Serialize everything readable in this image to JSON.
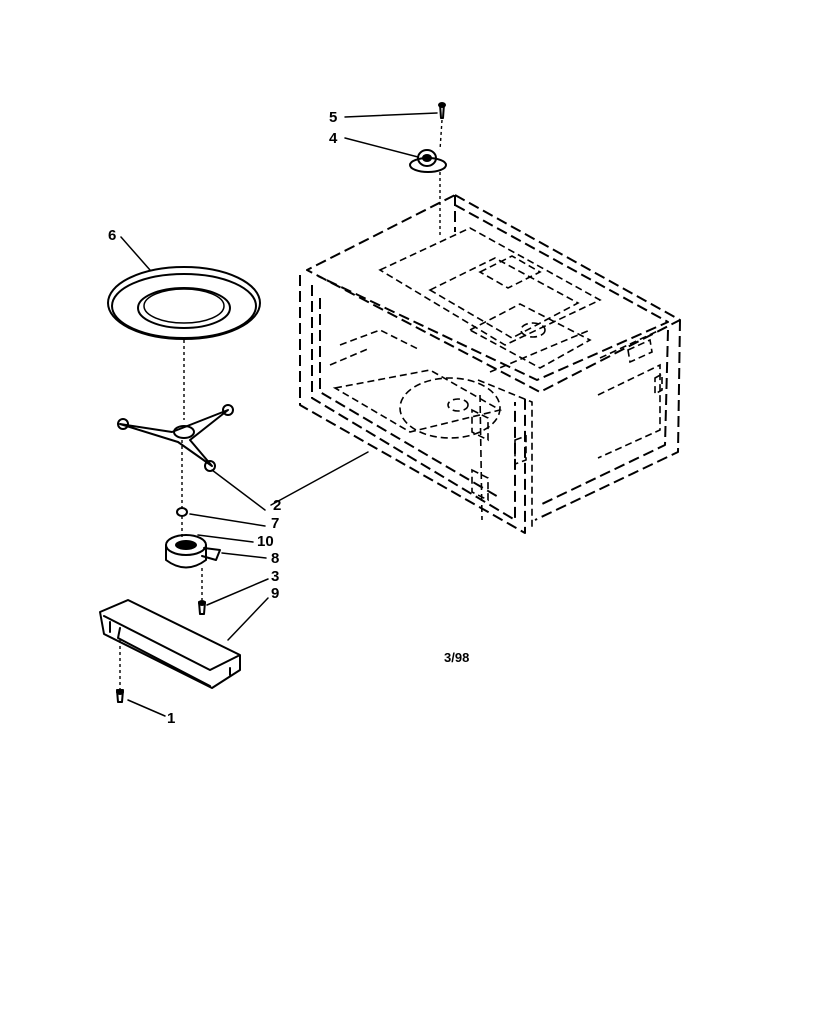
{
  "callouts": {
    "c1": "1",
    "c2": "2",
    "c3": "3",
    "c4": "4",
    "c5": "5",
    "c6": "6",
    "c7": "7",
    "c8": "8",
    "c9": "9",
    "c10": "10"
  },
  "revision_date": "3/98"
}
